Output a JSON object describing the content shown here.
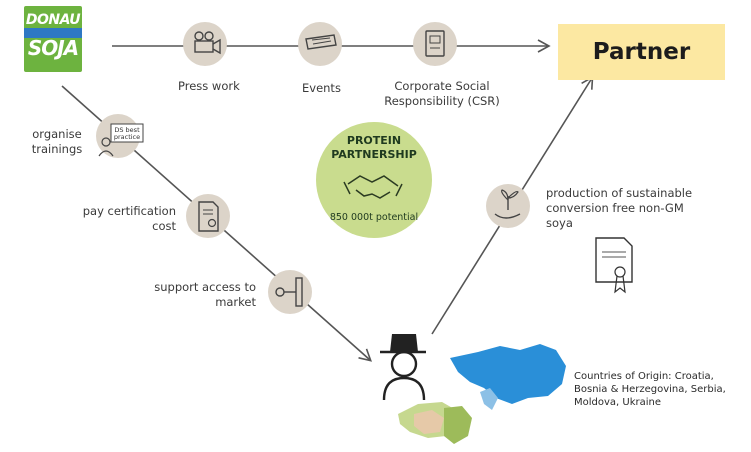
{
  "logo": {
    "line1": "DONAU",
    "line2": "SOJA"
  },
  "partner_label": "Partner",
  "top_steps": [
    {
      "label": "Press work",
      "icon": "camera-icon"
    },
    {
      "label": "Events",
      "icon": "ticket-icon"
    },
    {
      "label": "Corporate Social Responsibility (CSR)",
      "icon": "book-icon"
    }
  ],
  "left_steps": [
    {
      "label": "organise trainings",
      "icon": "best-practice-icon",
      "badge": "DS best practice"
    },
    {
      "label": "pay certification cost",
      "icon": "certificate-icon"
    },
    {
      "label": "support access to market",
      "icon": "key-icon"
    }
  ],
  "center": {
    "title": "PROTEIN PARTNERSHIP",
    "potential": "850 000t potential",
    "icon": "handshake-icon",
    "color": "#c9dc8e"
  },
  "right_step": {
    "label": "production of sustainable conversion free non-GM soya",
    "icon": "plant-hand-icon",
    "doc_icon": "certificate-document-icon"
  },
  "farmer": {
    "icon": "farmer-icon"
  },
  "countries": {
    "label": "Countries of Origin: Croatia, Bosnia & Herzegovina, Serbia, Moldova, Ukraine",
    "map_colors": [
      "#2a8fd8",
      "#8cc0e6",
      "#c6d88f",
      "#9dbb5a",
      "#e6c9a8"
    ]
  },
  "colors": {
    "circle": "#dcd4c9",
    "line": "#555555",
    "brand_green": "#6db33f",
    "brand_blue": "#2e78c4",
    "partner_bg": "#fce8a2"
  }
}
